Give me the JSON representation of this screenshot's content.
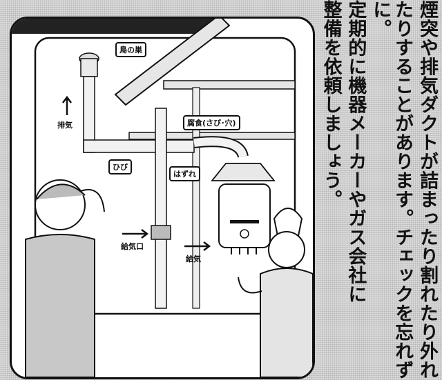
{
  "illustration": {
    "labels": {
      "bird_nest": "鳥の巣",
      "exhaust": "排気",
      "crack": "ひび",
      "disconnect": "はずれ",
      "corrosion": "腐食(さび･穴)",
      "intake_port": "給気口",
      "intake": "給気"
    }
  },
  "body_text": {
    "lines": [
      "煙突や排気ダクトが詰まったり割れたり外れ",
      "たりすることがあります。チェックを忘れずに。",
      "定期的に機器メーカーやガス会社に",
      "整備を依頼しましょう。"
    ]
  }
}
